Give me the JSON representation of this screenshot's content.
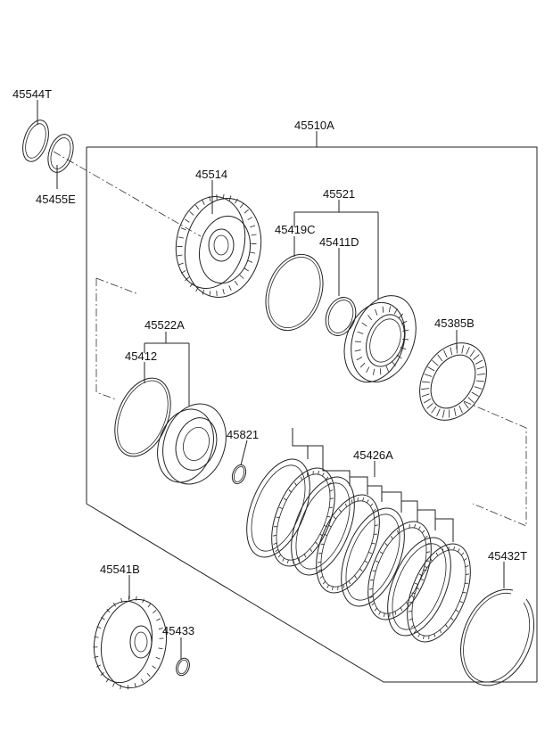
{
  "labels": {
    "p45544T": "45544T",
    "p45455E": "45455E",
    "p45510A": "45510A",
    "p45514": "45514",
    "p45521": "45521",
    "p45419C": "45419C",
    "p45411D": "45411D",
    "p45522A": "45522A",
    "p45412": "45412",
    "p45385B": "45385B",
    "p45821": "45821",
    "p45426A": "45426A",
    "p45432T": "45432T",
    "p45541B": "45541B",
    "p45433": "45433"
  }
}
